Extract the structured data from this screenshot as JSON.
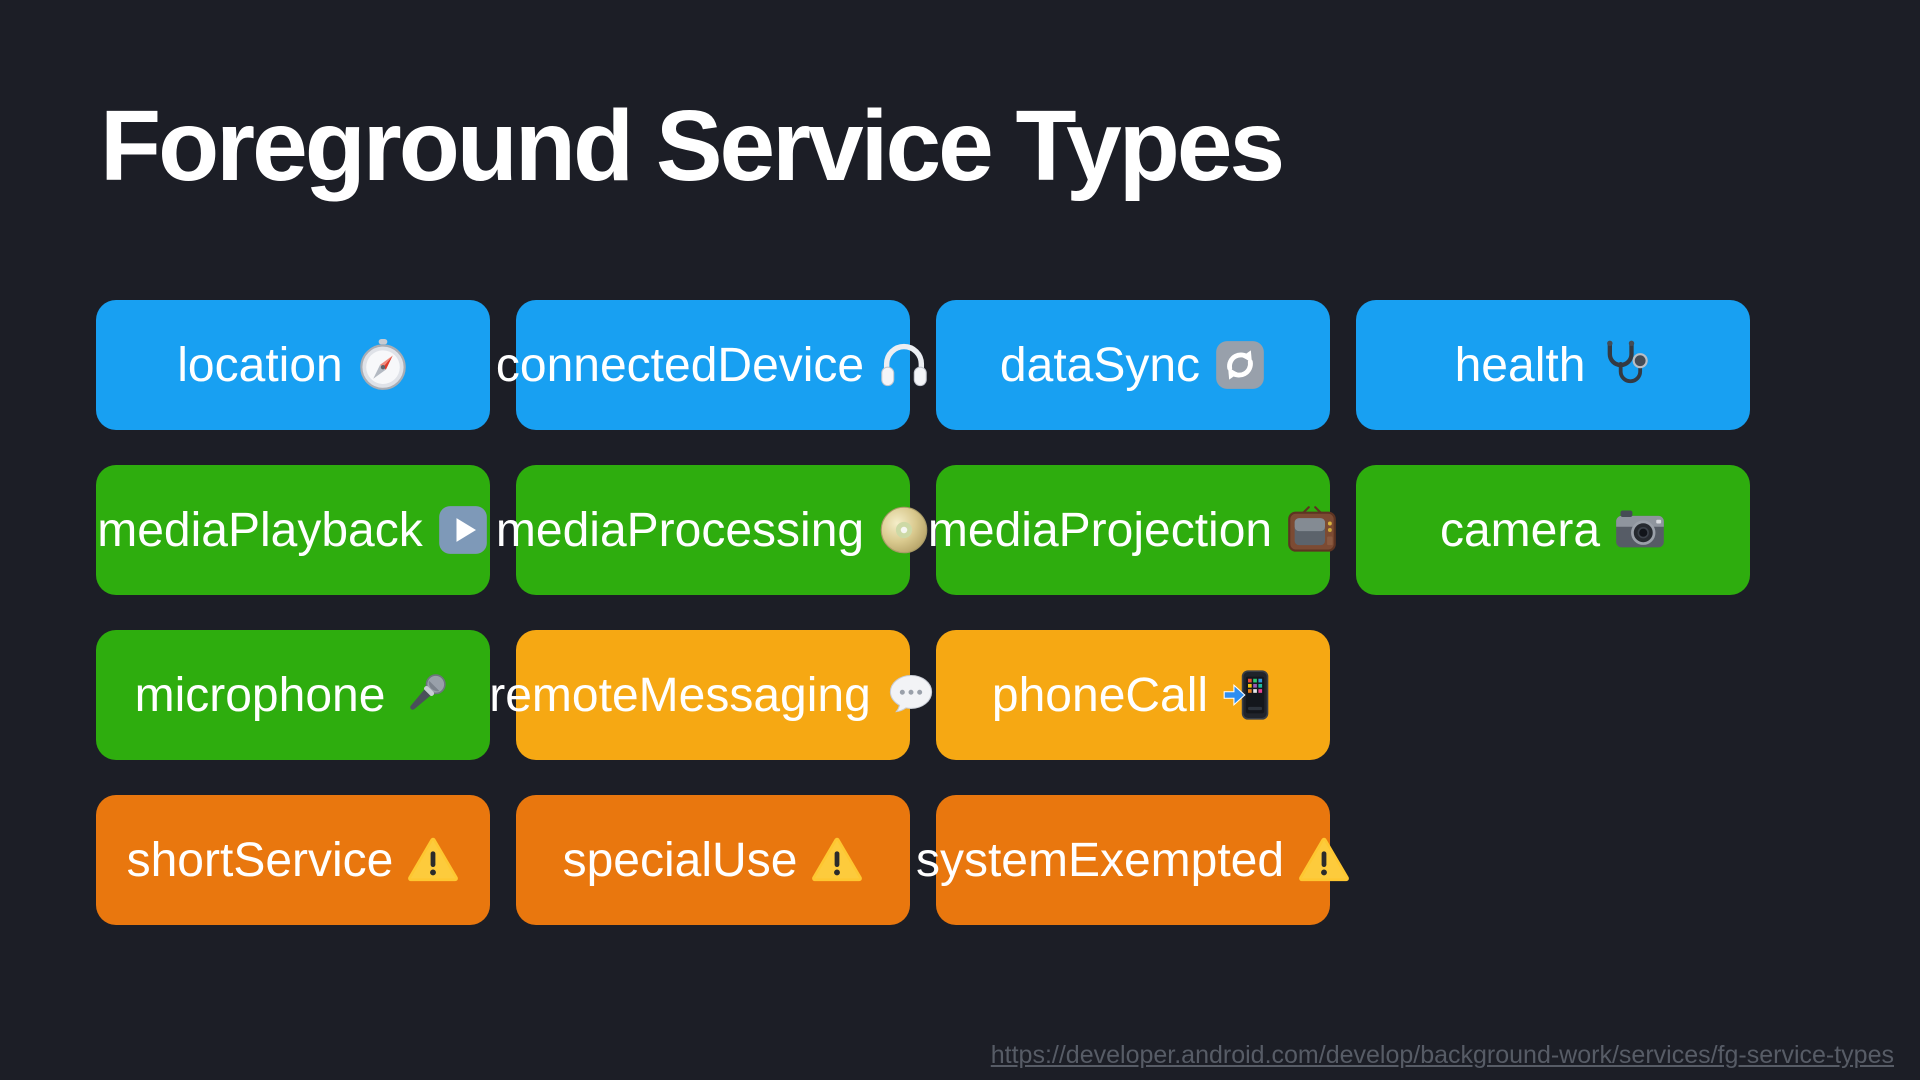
{
  "slide": {
    "title": "Foreground Service Types",
    "footer_link": {
      "text": "https://developer.android.com/develop/background-work/services/fg-service-types",
      "href": "https://developer.android.com/develop/background-work/services/fg-service-types"
    }
  },
  "colors": {
    "background": "#1c1e26",
    "title_text": "#ffffff",
    "tile_text": "#ffffff",
    "link_text": "#575c66",
    "blue": "#18a0f2",
    "green": "#2ead0e",
    "amber": "#f6a813",
    "orange": "#e9770e"
  },
  "grid": {
    "rows": [
      {
        "tiles": [
          {
            "label": "location",
            "icon": "compass-icon",
            "color": "blue"
          },
          {
            "label": "connectedDevice",
            "icon": "headphones-icon",
            "color": "blue"
          },
          {
            "label": "dataSync",
            "icon": "sync-arrows-icon",
            "color": "blue"
          },
          {
            "label": "health",
            "icon": "stethoscope-icon",
            "color": "blue"
          }
        ]
      },
      {
        "tiles": [
          {
            "label": "mediaPlayback",
            "icon": "play-button-icon",
            "color": "green"
          },
          {
            "label": "mediaProcessing",
            "icon": "optical-disc-icon",
            "color": "green"
          },
          {
            "label": "mediaProjection",
            "icon": "tv-icon",
            "color": "green"
          },
          {
            "label": "camera",
            "icon": "camera-icon",
            "color": "green"
          }
        ]
      },
      {
        "tiles": [
          {
            "label": "microphone",
            "icon": "microphone-icon",
            "color": "green"
          },
          {
            "label": "remoteMessaging",
            "icon": "speech-bubble-icon",
            "color": "amber"
          },
          {
            "label": "phoneCall",
            "icon": "phone-arrow-icon",
            "color": "amber"
          }
        ]
      },
      {
        "tiles": [
          {
            "label": "shortService",
            "icon": "warning-icon",
            "color": "orange"
          },
          {
            "label": "specialUse",
            "icon": "warning-icon",
            "color": "orange"
          },
          {
            "label": "systemExempted",
            "icon": "warning-icon",
            "color": "orange"
          }
        ]
      }
    ]
  }
}
